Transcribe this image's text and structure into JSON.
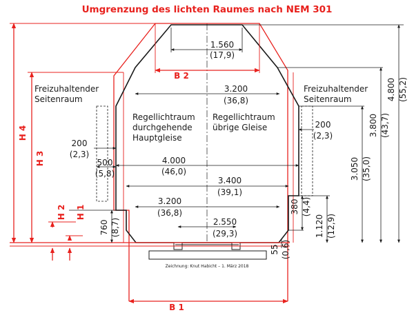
{
  "title": "Umgrenzung des lichten Raumes nach NEM 301",
  "colors": {
    "red": "#e8211d",
    "black": "#1a1a1a"
  },
  "labels": {
    "freizuhaltender_left_1": "Freizuhaltender",
    "freizuhaltender_left_2": "Seitenraum",
    "freizuhaltender_right_1": "Freizuhaltender",
    "freizuhaltender_right_2": "Seitenraum",
    "regel_left_1": "Regellichtraum",
    "regel_left_2": "durchgehende",
    "regel_left_3": "Hauptgleise",
    "regel_right_1": "Regellichtraum",
    "regel_right_2": "übrige Gleise",
    "footer": "Zeichnung: Knut Habicht – 1. März 2018"
  },
  "red_labels": {
    "b1": "B 1",
    "b2": "B 2",
    "h1": "H 1",
    "h2": "H 2",
    "h3": "H 3",
    "h4": "H 4"
  },
  "dimensions": {
    "w1560": "1.560",
    "w1560_sub": "(17,9)",
    "w3200_top": "3.200",
    "w3200_top_sub": "(36,8)",
    "w4000": "4.000",
    "w4000_sub": "(46,0)",
    "w3400": "3.400",
    "w3400_sub": "(39,1)",
    "w3200_low": "3.200",
    "w3200_low_sub": "(36,8)",
    "w2550": "2.550",
    "w2550_sub": "(29,3)",
    "w200_left": "200",
    "w200_left_sub": "(2,3)",
    "w500": "500",
    "w500_sub": "(5,8)",
    "w200_right": "200",
    "w200_right_sub": "(2,3)",
    "h4800": "4.800",
    "h4800_sub": "(55,2)",
    "h3800": "3.800",
    "h3800_sub": "(43,7)",
    "h3050": "3.050",
    "h3050_sub": "(35,0)",
    "h1120": "1.120",
    "h1120_sub": "(12,9)",
    "h380": "380",
    "h380_sub": "(4,4)",
    "h760": "760",
    "h760_sub": "(8,7)",
    "h55": "55",
    "h55_sub": "(0,6)"
  }
}
